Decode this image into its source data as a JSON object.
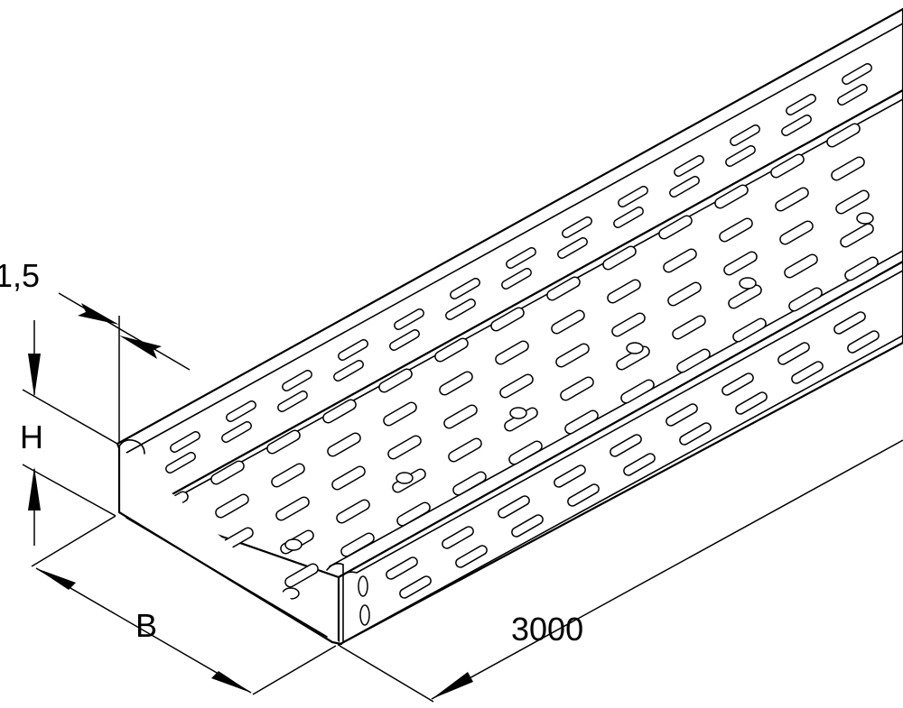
{
  "labels": {
    "thickness": "1,5",
    "height": "H",
    "width": "B",
    "length": "3000"
  }
}
